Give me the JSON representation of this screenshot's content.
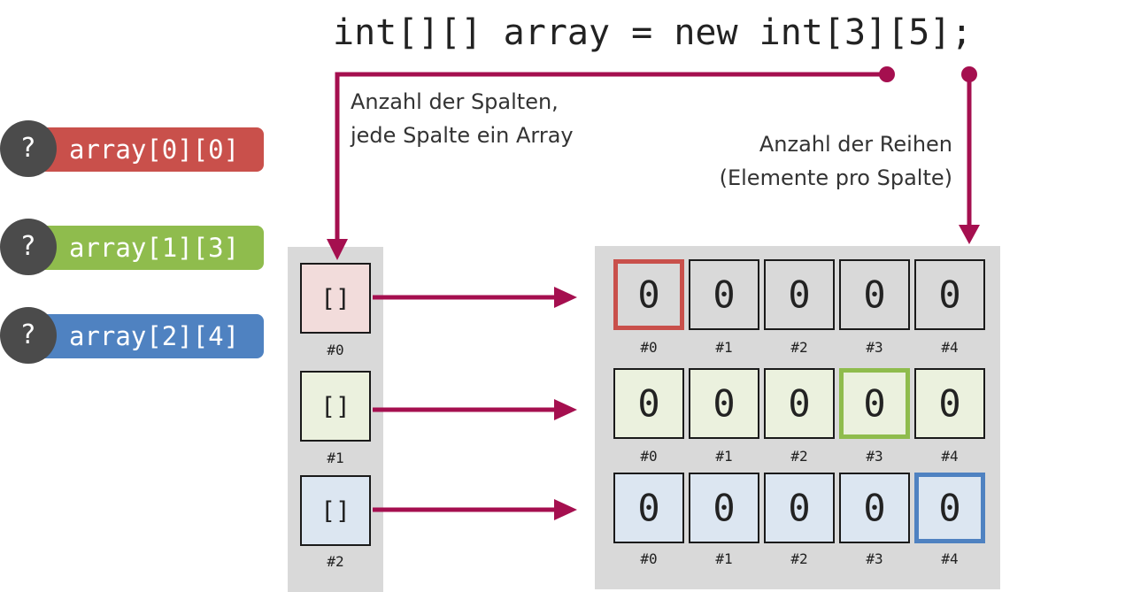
{
  "code_line": "int[][] array = new int[3][5];",
  "annotations": {
    "columns": [
      "Anzahl der Spalten,",
      "jede Spalte ein Array"
    ],
    "rows": [
      "Anzahl der Reihen",
      "(Elemente pro Spalte)"
    ]
  },
  "badges": [
    {
      "label": "array[0][0]",
      "icon": "?",
      "color": "#c9504b",
      "row": 0,
      "col": 0
    },
    {
      "label": "array[1][3]",
      "icon": "?",
      "color": "#8fbc4d",
      "row": 1,
      "col": 3
    },
    {
      "label": "array[2][4]",
      "icon": "?",
      "color": "#4f82c1",
      "row": 2,
      "col": 4
    }
  ],
  "outer_array": {
    "cells": [
      {
        "value": "[]",
        "index": "#0",
        "fill": "#f2dcdb"
      },
      {
        "value": "[]",
        "index": "#1",
        "fill": "#ebf1de"
      },
      {
        "value": "[]",
        "index": "#2",
        "fill": "#dce6f1"
      }
    ]
  },
  "inner_arrays": [
    {
      "fill": "#d9d9d9",
      "values": [
        "0",
        "0",
        "0",
        "0",
        "0"
      ],
      "indices": [
        "#0",
        "#1",
        "#2",
        "#3",
        "#4"
      ]
    },
    {
      "fill": "#ebf1de",
      "values": [
        "0",
        "0",
        "0",
        "0",
        "0"
      ],
      "indices": [
        "#0",
        "#1",
        "#2",
        "#3",
        "#4"
      ]
    },
    {
      "fill": "#dce6f1",
      "values": [
        "0",
        "0",
        "0",
        "0",
        "0"
      ],
      "indices": [
        "#0",
        "#1",
        "#2",
        "#3",
        "#4"
      ]
    }
  ],
  "colors": {
    "arrow": "#a50f4f",
    "highlight_row0": "#c9504b",
    "highlight_row1": "#8fbc4d",
    "highlight_row2": "#4f82c1"
  }
}
